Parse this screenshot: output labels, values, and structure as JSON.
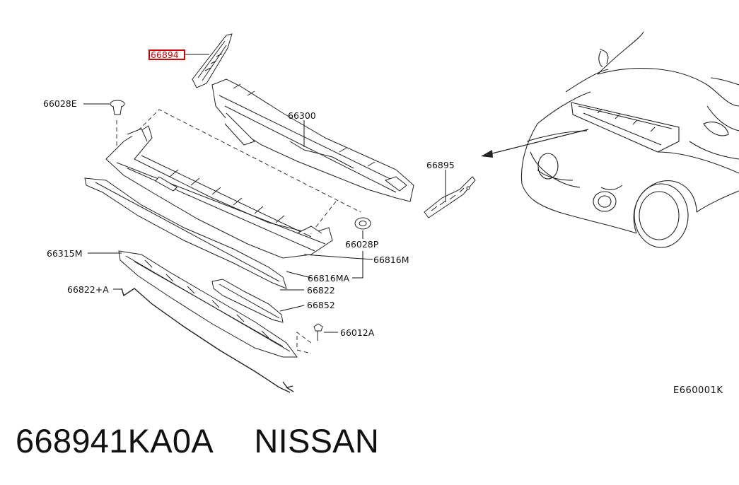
{
  "diagram": {
    "highlight_color": "#d00000",
    "callouts": {
      "p66894": "66894",
      "p66028E": "66028E",
      "p66300": "66300",
      "p66895": "66895",
      "p66028P": "66028P",
      "p66816M": "66816M",
      "p66816MA": "66816MA",
      "p66315M": "66315M",
      "p66822": "66822",
      "p66822A": "66822+A",
      "p66852": "66852",
      "p66012A": "66012A"
    },
    "diagram_code": "E660001K"
  },
  "caption": {
    "part_number": "668941KA0A",
    "brand": "NISSAN"
  }
}
